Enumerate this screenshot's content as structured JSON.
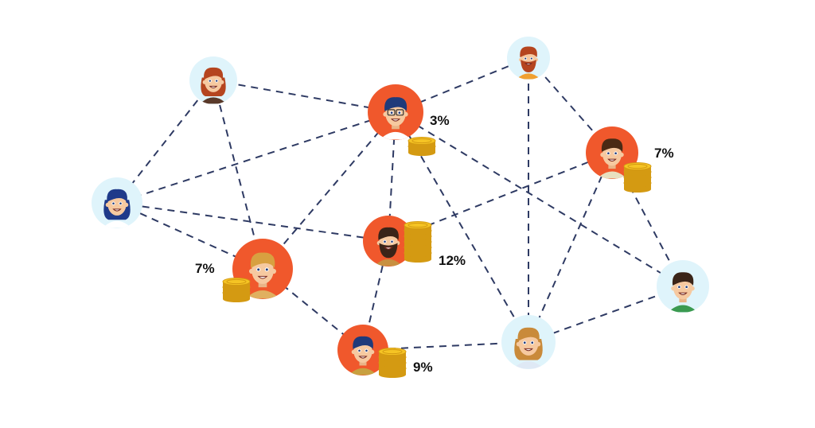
{
  "colors": {
    "edge": "#2e3a63",
    "investor_ring": "#f0582c",
    "peer_ring": "#dff4fb",
    "coin": "#f5c424",
    "coin_dark": "#d49a12",
    "skin": "#f6c9a0",
    "label": "#111111"
  },
  "nodes": [
    {
      "id": "woman-red-hair",
      "role": "peer",
      "hair": "#b5451f",
      "shirt": "#5a3a2a",
      "gender": "f"
    },
    {
      "id": "man-glasses",
      "role": "investor",
      "hair": "#1f3a7a",
      "shirt": "#ffffff",
      "gender": "m",
      "glasses": true,
      "percent": "3%"
    },
    {
      "id": "bearded-man-top",
      "role": "peer",
      "hair": "#b5451f",
      "shirt": "#f0a030",
      "gender": "m",
      "beard": true
    },
    {
      "id": "curly-man",
      "role": "investor",
      "hair": "#4a2a14",
      "shirt": "#e8e0c0",
      "gender": "m",
      "percent": "7%"
    },
    {
      "id": "woman-blue-hair",
      "role": "peer",
      "hair": "#1f3a8a",
      "shirt": "#ffffff",
      "gender": "f"
    },
    {
      "id": "bearded-man-center",
      "role": "investor",
      "hair": "#3a2418",
      "shirt": "#c89040",
      "gender": "m",
      "beard": true,
      "percent": "12%"
    },
    {
      "id": "blond-man",
      "role": "investor",
      "hair": "#d8a040",
      "shirt": "#e0b060",
      "gender": "m",
      "percent": "7%"
    },
    {
      "id": "smiling-man",
      "role": "peer",
      "hair": "#3a2418",
      "shirt": "#3a9a50",
      "gender": "m"
    },
    {
      "id": "man-blue-hair-bottom",
      "role": "investor",
      "hair": "#1f3a7a",
      "shirt": "#c8a040",
      "gender": "m",
      "percent": "9%"
    },
    {
      "id": "woman-blonde",
      "role": "peer",
      "hair": "#c98a3a",
      "shirt": "#dfe9f5",
      "gender": "f"
    }
  ],
  "edges": [
    [
      "woman-red-hair",
      "man-glasses"
    ],
    [
      "woman-red-hair",
      "woman-blue-hair"
    ],
    [
      "woman-red-hair",
      "blond-man"
    ],
    [
      "man-glasses",
      "bearded-man-top"
    ],
    [
      "man-glasses",
      "woman-blue-hair"
    ],
    [
      "man-glasses",
      "bearded-man-center"
    ],
    [
      "man-glasses",
      "blond-man"
    ],
    [
      "man-glasses",
      "woman-blonde"
    ],
    [
      "man-glasses",
      "smiling-man"
    ],
    [
      "bearded-man-top",
      "curly-man"
    ],
    [
      "bearded-man-top",
      "woman-blonde"
    ],
    [
      "curly-man",
      "bearded-man-center"
    ],
    [
      "curly-man",
      "woman-blonde"
    ],
    [
      "curly-man",
      "smiling-man"
    ],
    [
      "woman-blue-hair",
      "bearded-man-center"
    ],
    [
      "woman-blue-hair",
      "blond-man"
    ],
    [
      "bearded-man-center",
      "man-blue-hair-bottom"
    ],
    [
      "blond-man",
      "man-blue-hair-bottom"
    ],
    [
      "man-blue-hair-bottom",
      "woman-blonde"
    ],
    [
      "woman-blonde",
      "smiling-man"
    ]
  ]
}
